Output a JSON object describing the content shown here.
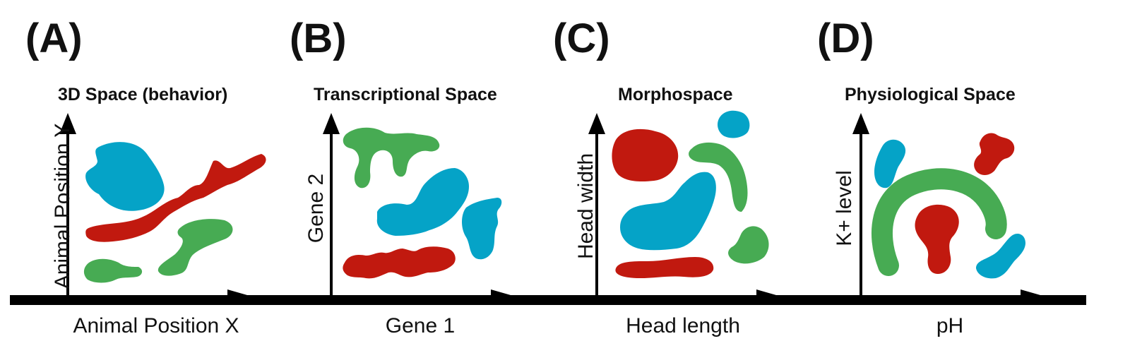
{
  "colors": {
    "blue": "#05a3c7",
    "red": "#c1190f",
    "green": "#47ab53",
    "axis": "#000000"
  },
  "panels": [
    {
      "letter": "(A)",
      "title": "3D Space (behavior)",
      "xlabel": "Animal Position X",
      "ylabel": "Animal Position Y"
    },
    {
      "letter": "(B)",
      "title": "Transcriptional Space",
      "xlabel": "Gene 1",
      "ylabel": "Gene 2"
    },
    {
      "letter": "(C)",
      "title": "Morphospace",
      "xlabel": "Head length",
      "ylabel": "Head width"
    },
    {
      "letter": "(D)",
      "title": "Physiological Space",
      "xlabel": "pH",
      "ylabel": "K+ level"
    }
  ]
}
